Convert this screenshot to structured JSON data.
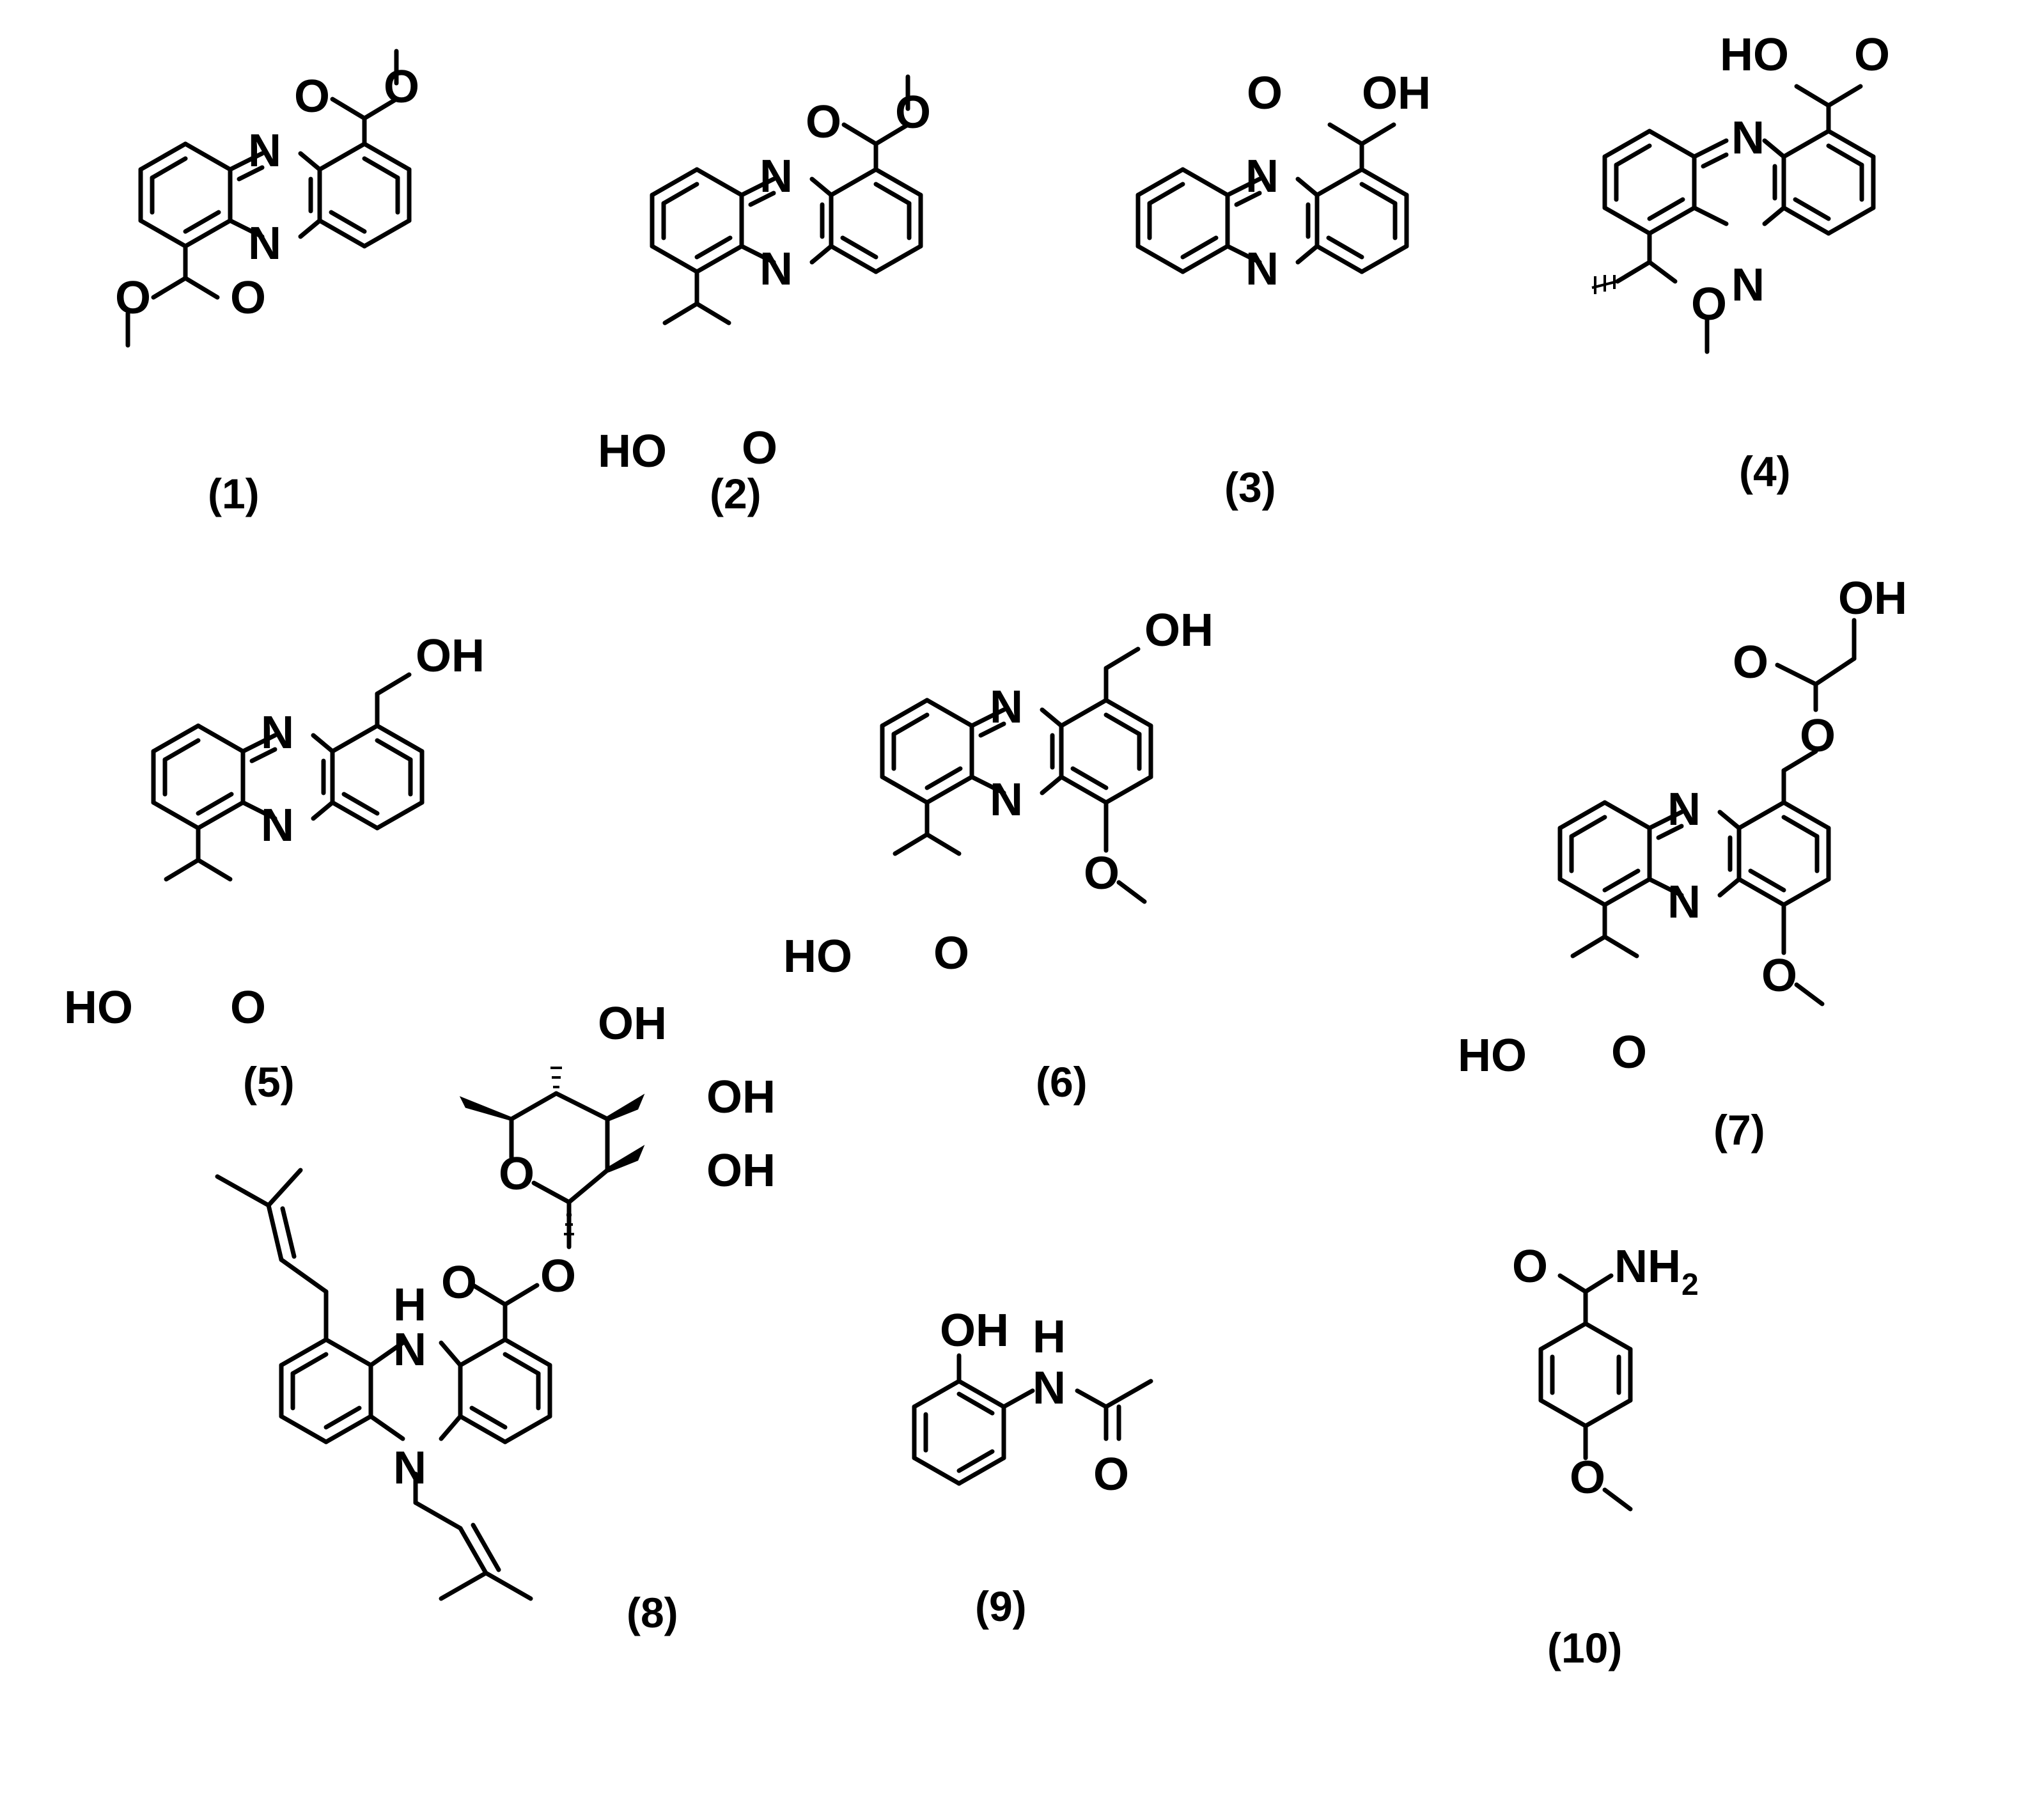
{
  "figure": {
    "background": "#ffffff",
    "ink": "#000000",
    "compounds": [
      {
        "id": "c1",
        "label": "(1)"
      },
      {
        "id": "c2",
        "label": "(2)"
      },
      {
        "id": "c3",
        "label": "(3)"
      },
      {
        "id": "c4",
        "label": "(4)"
      },
      {
        "id": "c5",
        "label": "(5)"
      },
      {
        "id": "c6",
        "label": "(6)"
      },
      {
        "id": "c7",
        "label": "(7)"
      },
      {
        "id": "c8",
        "label": "(8)"
      },
      {
        "id": "c9",
        "label": "(9)"
      },
      {
        "id": "c10",
        "label": "(10)"
      }
    ],
    "atom_text": {
      "N": "N",
      "O": "O",
      "OH": "OH",
      "HO": "HO",
      "H": "H",
      "NH2": "NH",
      "sub2": "2"
    }
  }
}
